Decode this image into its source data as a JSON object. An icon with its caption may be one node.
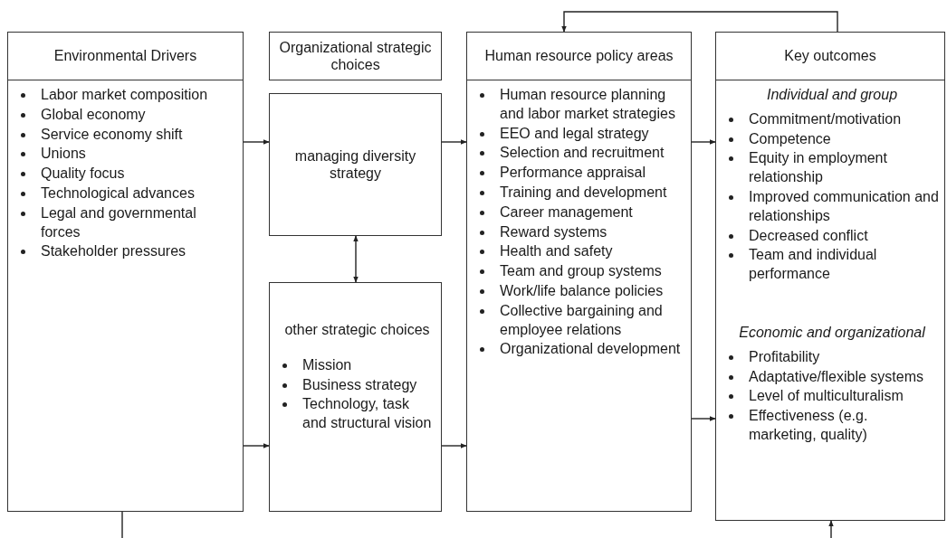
{
  "diagram": {
    "nodes": [
      {
        "text": [
          "Environmental Drivers"
        ]
      },
      {
        "text": [
          "Labor market composition",
          "Global economy",
          "Service economy shift",
          "Unions",
          "Quality focus",
          "Technological advances",
          "Legal and governmental forces",
          "Stakeholder pressures"
        ]
      },
      {
        "text": [
          "Organizational strategic choices"
        ]
      },
      {
        "text": [
          "managing diversity strategy"
        ]
      },
      {
        "text": [
          "other strategic choices",
          "Mission",
          "Business strategy",
          "Technology, task and structural vision"
        ]
      },
      {
        "text": [
          "Human resource policy areas"
        ]
      },
      {
        "text": [
          "Human resource planning and labor market strategies",
          "EEO and legal strategy",
          "Selection and recruitment",
          "Performance appraisal",
          "Training and development",
          "Career management",
          "Reward systems",
          "Health and safety",
          "Team and group systems",
          "Work/life balance policies",
          "Collective bargaining and employee relations",
          "Organizational development"
        ]
      },
      {
        "text": [
          "Key outcomes"
        ]
      },
      {
        "text": [
          "Individual and group",
          "Commitment/motivation",
          "Competence",
          "Equity in employment relationship",
          "Improved communication and relationships",
          "Decreased conflict",
          "Team and individual performance",
          "Economic and organizational",
          "Profitability",
          "Adaptative/flexible systems",
          "Level of multiculturalism",
          "Effectiveness (e.g. marketing, quality)"
        ]
      }
    ],
    "edges": [
      {
        "from": 1,
        "to": 3,
        "arrow": "to"
      },
      {
        "from": 1,
        "to": 4,
        "arrow": "to"
      },
      {
        "from": 3,
        "to": 4,
        "arrow": "both"
      },
      {
        "from": 3,
        "to": 6,
        "arrow": "to"
      },
      {
        "from": 4,
        "to": 6,
        "arrow": "to"
      },
      {
        "from": 6,
        "to": 8,
        "arrow": "to"
      },
      {
        "from": 6,
        "to": 8,
        "arrow": "to"
      },
      {
        "from": 7,
        "to": 5,
        "arrow": "to"
      },
      {
        "from": 1,
        "to": null,
        "arrow": "none"
      },
      {
        "from": null,
        "to": 8,
        "arrow": "to"
      }
    ]
  }
}
